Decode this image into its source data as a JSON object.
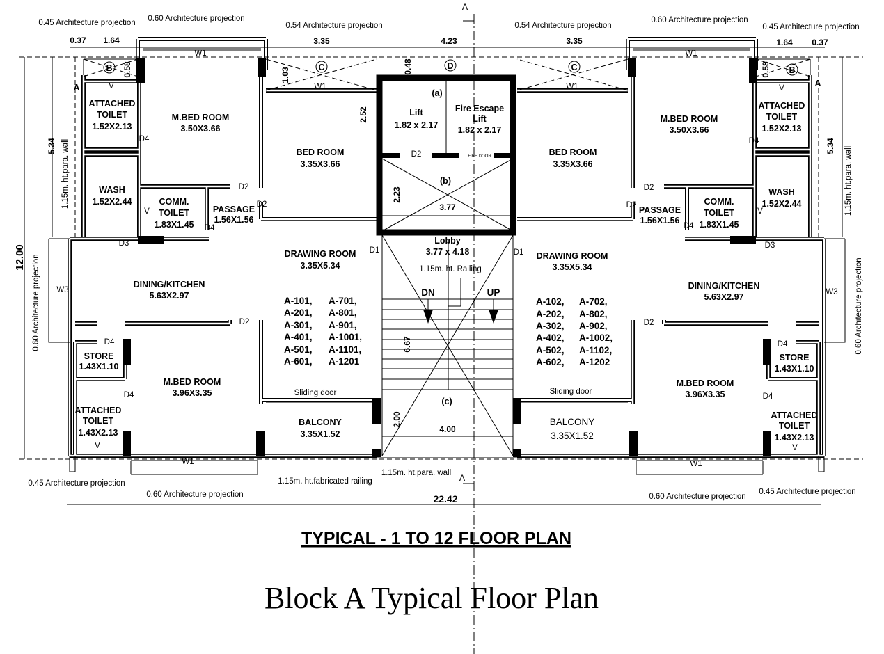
{
  "projections": {
    "top_left_045": "0.45 Architecture projection",
    "top_left_060": "0.60 Architecture projection",
    "top_left_054": "0.54 Architecture projection",
    "top_right_054": "0.54 Architecture projection",
    "top_right_060": "0.60 Architecture projection",
    "top_right_045": "0.45 Architecture projection",
    "left_side_060": "0.60 Architecture projection",
    "right_side_060": "0.60 Architecture projection",
    "bottom_left_045": "0.45 Architecture projection",
    "bottom_left_060": "0.60 Architecture projection",
    "bottom_right_060": "0.60 Architecture projection",
    "bottom_right_045": "0.45 Architecture projection"
  },
  "dimensions": {
    "top": [
      "0.37",
      "1.64",
      "3.35",
      "4.23",
      "3.35",
      "1.64",
      "0.37"
    ],
    "overall_width": "22.42",
    "overall_depth": "12.00",
    "side_left": "5.34",
    "side_right": "5.34",
    "d058_left": "0.58",
    "d058_right": "0.58",
    "d103": "1.03",
    "d048": "0.48",
    "d252": "2.52",
    "d223": "2.23",
    "d377": "3.77",
    "d667": "6.67",
    "d200": "2.00",
    "d400": "4.00"
  },
  "section_markers": {
    "top": "A",
    "bottom": "A",
    "left": "A",
    "right": "A"
  },
  "grid_markers": {
    "b": "B",
    "c": "C",
    "d": "D"
  },
  "core_markers": {
    "a": "(a)",
    "b": "(b)",
    "c": "(c)"
  },
  "notes": {
    "para_wall_left": "1.15m. ht.para. wall",
    "para_wall_right": "1.15m. ht.para. wall",
    "para_wall_bottom": "1.15m. ht.para. wall",
    "fabricated_railing": "1.15m. ht.fabricated railing",
    "railing": "1.15m. ht. Railing",
    "fire_door": "FIRE DOOR",
    "sliding_door": "Sliding door",
    "dn": "DN",
    "up": "UP"
  },
  "openings": {
    "w1": "W1",
    "w3": "W3",
    "v": "V",
    "d1": "D1",
    "d2": "D2",
    "d3": "D3",
    "d4": "D4"
  },
  "rooms": {
    "attached_toilet_top": {
      "name1": "ATTACHED",
      "name2": "TOILET",
      "size": "1.52X2.13"
    },
    "m_bed_top": {
      "name": "M.BED ROOM",
      "size": "3.50X3.66"
    },
    "bed_room": {
      "name": "BED ROOM",
      "size": "3.35X3.66"
    },
    "lift": {
      "name": "Lift",
      "size": "1.82 x 2.17"
    },
    "fire_lift": {
      "name1": "Fire Escape",
      "name2": "Lift",
      "size": "1.82 x 2.17"
    },
    "wash": {
      "name": "WASH",
      "size": "1.52X2.44"
    },
    "comm_toilet": {
      "name1": "COMM.",
      "name2": "TOILET",
      "size": "1.83X1.45"
    },
    "passage": {
      "name": "PASSAGE",
      "size": "1.56X1.56"
    },
    "lobby": {
      "name": "Lobby",
      "size": "3.77 x 4.18"
    },
    "drawing_room": {
      "name": "DRAWING ROOM",
      "size": "3.35X5.34"
    },
    "dining_kitchen": {
      "name": "DINING/KITCHEN",
      "size": "5.63X2.97"
    },
    "store": {
      "name": "STORE",
      "size": "1.43X1.10"
    },
    "m_bed_bottom": {
      "name": "M.BED ROOM",
      "size": "3.96X3.35"
    },
    "attached_toilet_bottom": {
      "name1": "ATTACHED",
      "name2": "TOILET",
      "size": "1.43X2.13"
    },
    "balcony": {
      "name": "BALCONY",
      "size": "3.35X1.52"
    }
  },
  "units_left": [
    [
      "A-101,",
      "A-701,"
    ],
    [
      "A-201,",
      "A-801,"
    ],
    [
      "A-301,",
      "A-901,"
    ],
    [
      "A-401,",
      "A-1001,"
    ],
    [
      "A-501,",
      "A-1101,"
    ],
    [
      "A-601,",
      "A-1201"
    ]
  ],
  "units_right": [
    [
      "A-102,",
      "A-702,"
    ],
    [
      "A-202,",
      "A-802,"
    ],
    [
      "A-302,",
      "A-902,"
    ],
    [
      "A-402,",
      "A-1002,"
    ],
    [
      "A-502,",
      "A-1102,"
    ],
    [
      "A-602,",
      "A-1202"
    ]
  ],
  "title": "TYPICAL - 1 TO 12 FLOOR PLAN",
  "caption": "Block A Typical Floor Plan"
}
